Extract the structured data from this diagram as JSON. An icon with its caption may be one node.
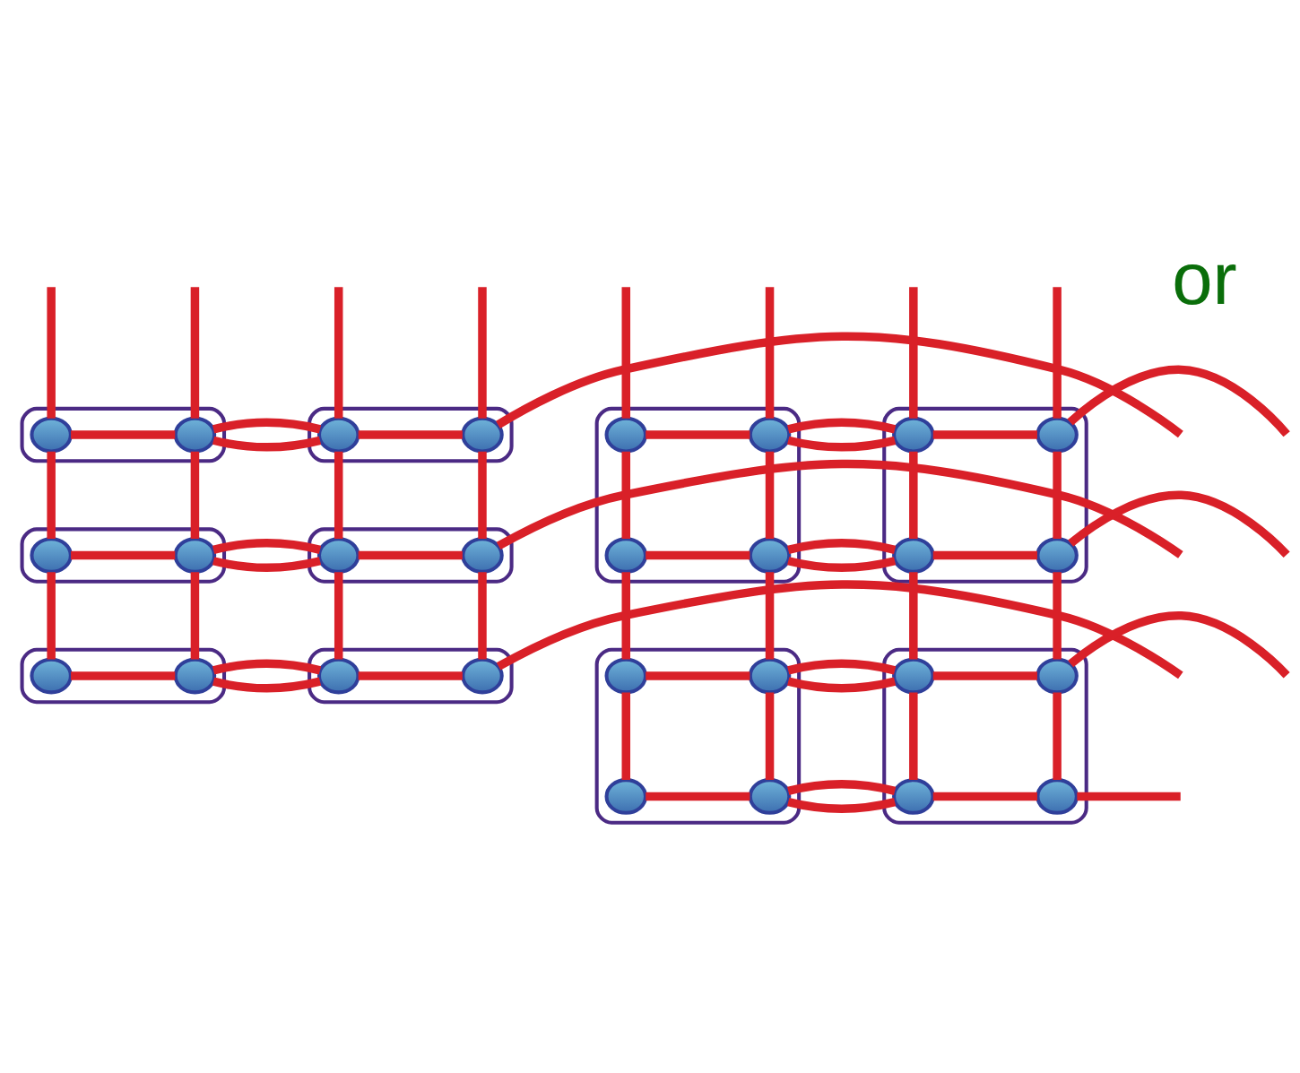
{
  "diagram": {
    "nodes": [
      {
        "text": [],
        "shape": "ellipse"
      },
      {
        "text": [],
        "shape": "circle",
        "in": 0
      },
      {
        "text": [],
        "shape": "circle",
        "in": 0
      },
      {
        "text": [],
        "shape": "ellipse"
      },
      {
        "text": [],
        "shape": "circle",
        "in": 3
      },
      {
        "text": [],
        "shape": "circle",
        "in": 3
      },
      {
        "text": [],
        "shape": "ellipse"
      },
      {
        "text": [],
        "shape": "circle",
        "in": 6
      },
      {
        "text": [],
        "shape": "circle",
        "in": 6
      },
      {
        "text": [],
        "shape": "ellipse"
      },
      {
        "text": [],
        "shape": "circle",
        "in": 9
      },
      {
        "text": [],
        "shape": "circle",
        "in": 9
      },
      {
        "text": [],
        "shape": "ellipse"
      },
      {
        "text": [],
        "shape": "circle",
        "in": 12
      },
      {
        "text": [],
        "shape": "circle",
        "in": 12
      },
      {
        "text": [],
        "shape": "ellipse"
      },
      {
        "text": [],
        "shape": "circle",
        "in": 15
      },
      {
        "text": [],
        "shape": "circle",
        "in": 15
      },
      {
        "text": [],
        "shape": "box"
      },
      {
        "text": [],
        "shape": "circle",
        "in": 18
      },
      {
        "text": [],
        "shape": "circle",
        "in": 18
      },
      {
        "text": [],
        "shape": "circle",
        "in": 18
      },
      {
        "text": [],
        "shape": "circle",
        "in": 18
      },
      {
        "text": [],
        "shape": "box"
      },
      {
        "text": [],
        "shape": "circle",
        "in": 23
      },
      {
        "text": [],
        "shape": "circle",
        "in": 23
      },
      {
        "text": [],
        "shape": "circle",
        "in": 23
      },
      {
        "text": [],
        "shape": "circle",
        "in": 23
      },
      {
        "text": [],
        "shape": "box"
      },
      {
        "text": [],
        "shape": "circle",
        "in": 28
      },
      {
        "text": [],
        "shape": "circle",
        "in": 28
      },
      {
        "text": [],
        "shape": "circle",
        "in": 28
      },
      {
        "text": [],
        "shape": "circle",
        "in": 28
      },
      {
        "text": [],
        "shape": "box"
      },
      {
        "text": [],
        "shape": "circle",
        "in": 33
      },
      {
        "text": [],
        "shape": "circle",
        "in": 33
      },
      {
        "text": [],
        "shape": "circle",
        "in": 33
      },
      {
        "text": [],
        "shape": "circle",
        "in": 33
      }
    ],
    "edges": [
      {
        "from": 1,
        "to": 2,
        "arrow": "none"
      },
      {
        "from": 2,
        "to": 4,
        "arrow": "none"
      },
      {
        "from": 4,
        "to": 5,
        "arrow": "none"
      },
      {
        "from": 5,
        "to": null,
        "arrow": "none"
      },
      {
        "from": 7,
        "to": 8,
        "arrow": "none"
      },
      {
        "from": 8,
        "to": 10,
        "arrow": "none"
      },
      {
        "from": 10,
        "to": 11,
        "arrow": "none"
      },
      {
        "from": 11,
        "to": null,
        "arrow": "none"
      },
      {
        "from": 13,
        "to": 14,
        "arrow": "none"
      },
      {
        "from": 14,
        "to": 16,
        "arrow": "none"
      },
      {
        "from": 16,
        "to": 17,
        "arrow": "none"
      },
      {
        "from": 17,
        "to": null,
        "arrow": "none"
      },
      {
        "from": null,
        "to": 1,
        "arrow": "none"
      },
      {
        "from": 1,
        "to": 7,
        "arrow": "none"
      },
      {
        "from": 7,
        "to": 13,
        "arrow": "none"
      },
      {
        "from": null,
        "to": 2,
        "arrow": "none"
      },
      {
        "from": 2,
        "to": 8,
        "arrow": "none"
      },
      {
        "from": 8,
        "to": 14,
        "arrow": "none"
      },
      {
        "from": null,
        "to": 4,
        "arrow": "none"
      },
      {
        "from": 4,
        "to": 10,
        "arrow": "none"
      },
      {
        "from": 10,
        "to": 16,
        "arrow": "none"
      },
      {
        "from": null,
        "to": 5,
        "arrow": "none"
      },
      {
        "from": 5,
        "to": 11,
        "arrow": "none"
      },
      {
        "from": 11,
        "to": 17,
        "arrow": "none"
      },
      {
        "from": 19,
        "to": 20,
        "arrow": "none"
      },
      {
        "from": 20,
        "to": 24,
        "arrow": "none"
      },
      {
        "from": 24,
        "to": 25,
        "arrow": "none"
      },
      {
        "from": 25,
        "to": null,
        "arrow": "none"
      },
      {
        "from": 21,
        "to": 22,
        "arrow": "none"
      },
      {
        "from": 22,
        "to": 26,
        "arrow": "none"
      },
      {
        "from": 26,
        "to": 27,
        "arrow": "none"
      },
      {
        "from": 27,
        "to": null,
        "arrow": "none"
      },
      {
        "from": 29,
        "to": 30,
        "arrow": "none"
      },
      {
        "from": 30,
        "to": 34,
        "arrow": "none"
      },
      {
        "from": 34,
        "to": 35,
        "arrow": "none"
      },
      {
        "from": 35,
        "to": null,
        "arrow": "none"
      },
      {
        "from": 31,
        "to": 32,
        "arrow": "none"
      },
      {
        "from": 32,
        "to": 36,
        "arrow": "none"
      },
      {
        "from": 36,
        "to": 37,
        "arrow": "none"
      },
      {
        "from": 37,
        "to": null,
        "arrow": "none"
      },
      {
        "from": null,
        "to": 19,
        "arrow": "none"
      },
      {
        "from": 19,
        "to": 21,
        "arrow": "none"
      },
      {
        "from": 21,
        "to": 29,
        "arrow": "none"
      },
      {
        "from": 29,
        "to": 31,
        "arrow": "none"
      },
      {
        "from": null,
        "to": 20,
        "arrow": "none"
      },
      {
        "from": 20,
        "to": 22,
        "arrow": "none"
      },
      {
        "from": 22,
        "to": 30,
        "arrow": "none"
      },
      {
        "from": 30,
        "to": 32,
        "arrow": "none"
      },
      {
        "from": null,
        "to": 24,
        "arrow": "none"
      },
      {
        "from": 24,
        "to": 26,
        "arrow": "none"
      },
      {
        "from": 26,
        "to": 34,
        "arrow": "none"
      },
      {
        "from": 34,
        "to": 36,
        "arrow": "none"
      },
      {
        "from": null,
        "to": 25,
        "arrow": "none"
      },
      {
        "from": 25,
        "to": 27,
        "arrow": "none"
      },
      {
        "from": 27,
        "to": 35,
        "arrow": "none"
      },
      {
        "from": 35,
        "to": 37,
        "arrow": "none"
      }
    ],
    "labels": [
      "or"
    ]
  }
}
